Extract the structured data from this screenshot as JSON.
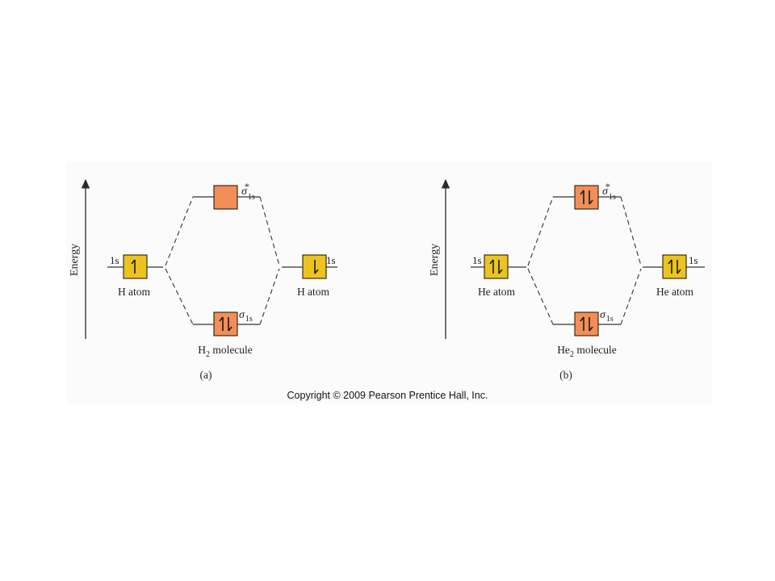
{
  "colors": {
    "atomic_orbital": "#EBC41F",
    "molecular_orbital": "#F28E58",
    "outline": "#2b1d0e",
    "arrow": "#2a2a2a",
    "line": "#333333",
    "panel_bg": "#fbfbfb"
  },
  "copyright": "Copyright © 2009 Pearson Prentice Hall, Inc.",
  "panels": [
    {
      "id": "a",
      "label": "(a)",
      "energy_label": "Energy",
      "molecule_base": "H",
      "molecule_sub": "2",
      "molecule_rest": " molecule",
      "left_atom": {
        "name": "H atom",
        "orbital": "1s",
        "electrons": "up"
      },
      "right_atom": {
        "name": "H atom",
        "orbital": "1s",
        "electrons": "down"
      },
      "antibonding": {
        "symbol": "σ",
        "sub": "1s",
        "sup": "*",
        "electrons": "empty"
      },
      "bonding": {
        "symbol": "σ",
        "sub": "1s",
        "electrons": "pair"
      }
    },
    {
      "id": "b",
      "label": "(b)",
      "energy_label": "Energy",
      "molecule_base": "He",
      "molecule_sub": "2",
      "molecule_rest": " molecule",
      "left_atom": {
        "name": "He atom",
        "orbital": "1s",
        "electrons": "pair"
      },
      "right_atom": {
        "name": "He atom",
        "orbital": "1s",
        "electrons": "pair"
      },
      "antibonding": {
        "symbol": "σ",
        "sub": "1s",
        "sup": "*",
        "electrons": "pair"
      },
      "bonding": {
        "symbol": "σ",
        "sub": "1s",
        "electrons": "pair"
      }
    }
  ]
}
